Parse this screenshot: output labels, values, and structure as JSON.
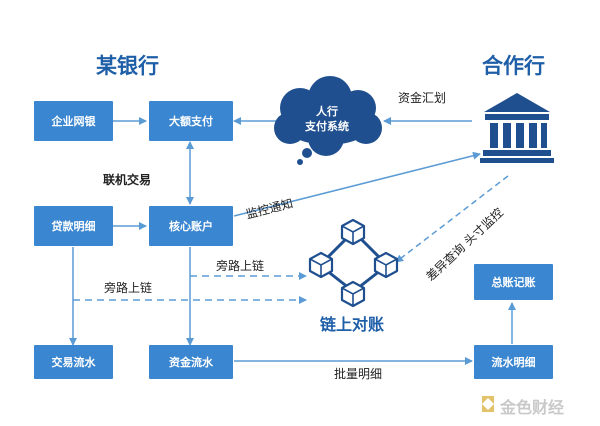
{
  "titles": {
    "bank": "某银行",
    "partner": "合作行"
  },
  "nodes": {
    "ebank": "企业网银",
    "large_pay": "大额支付",
    "loan": "贷款明细",
    "core": "核心账户",
    "txn_flow": "交易流水",
    "fund_flow": "资金流水",
    "ledger": "总账记账",
    "flow_detail": "流水明细"
  },
  "cloud": {
    "line1": "人行",
    "line2": "支付系统"
  },
  "labels": {
    "fund_transfer": "资金汇划",
    "linked_txn": "联机交易",
    "monitor_notify": "监控通知",
    "diff_query": "差异查询  头寸监控",
    "bypass_chain_1": "旁路上链",
    "bypass_chain_2": "旁路上链",
    "onchain_recon": "链上对账",
    "batch_detail": "批量明细"
  },
  "watermark": "金色财经",
  "colors": {
    "box": "#3a86d0",
    "title": "#1f5fa8",
    "line": "#5b9bd5",
    "cloud": "#1f4f8f"
  }
}
